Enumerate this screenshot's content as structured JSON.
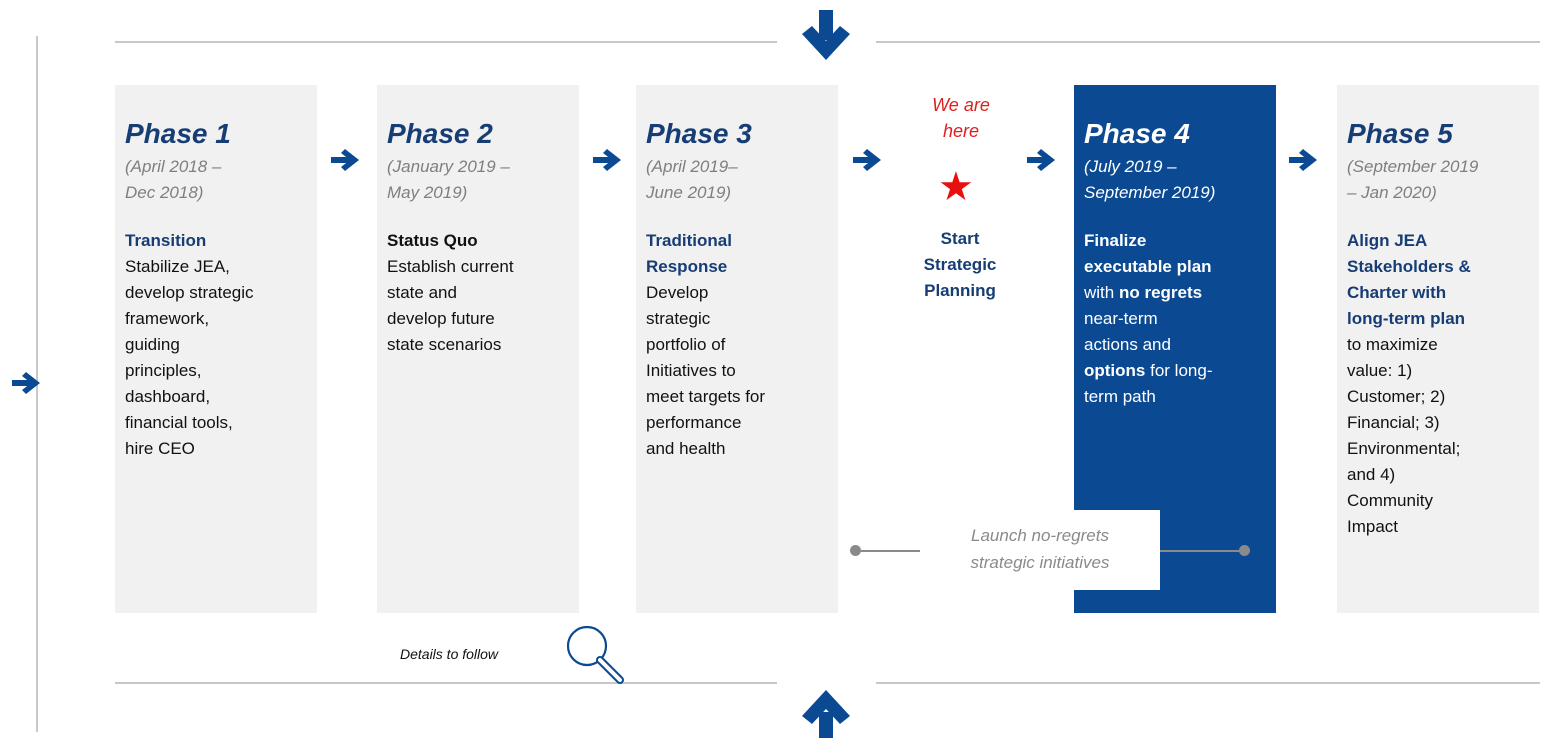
{
  "phases": [
    {
      "title": "Phase 1",
      "date_lines": [
        "(April 2018 –",
        "Dec 2018)"
      ],
      "heading": "Transition",
      "text_lines": [
        "Stabilize JEA,",
        "develop strategic",
        "framework,",
        "guiding",
        "principles,",
        "dashboard,",
        "financial tools,",
        "hire CEO"
      ]
    },
    {
      "title": "Phase 2",
      "date_lines": [
        "(January 2019 –",
        "May 2019)"
      ],
      "heading": "Status Quo",
      "text_lines": [
        "Establish current",
        "state and",
        "develop future",
        "state scenarios"
      ]
    },
    {
      "title": "Phase 3",
      "date_lines": [
        "(April 2019–",
        "June 2019)"
      ],
      "heading_lines": [
        "Traditional",
        "Response"
      ],
      "text_lines": [
        "Develop",
        "strategic",
        "portfolio of",
        "Initiatives to",
        "meet targets for",
        "performance",
        "and health"
      ]
    },
    {
      "title": "Phase 4",
      "date_lines": [
        "(July 2019 –",
        "September 2019)"
      ],
      "body_lines": [
        [
          {
            "t": "Finalize",
            "b": true
          }
        ],
        [
          {
            "t": "executable plan",
            "b": true
          }
        ],
        [
          {
            "t": "with ",
            "b": false
          },
          {
            "t": "no regrets",
            "b": true
          }
        ],
        [
          {
            "t": "near-term",
            "b": false
          }
        ],
        [
          {
            "t": "actions and",
            "b": false
          }
        ],
        [
          {
            "t": "options",
            "b": true
          },
          {
            "t": " for long-",
            "b": false
          }
        ],
        [
          {
            "t": "term path",
            "b": false
          }
        ]
      ]
    },
    {
      "title": "Phase 5",
      "date_lines": [
        "(September 2019",
        "– Jan 2020)"
      ],
      "heading_lines": [
        "Align JEA",
        "Stakeholders &",
        "Charter with",
        "long-term plan"
      ],
      "text_lines": [
        "to maximize",
        "value: 1)",
        "Customer; 2)",
        "Financial; 3)",
        "Environmental;",
        "and 4)",
        "Community",
        "Impact"
      ]
    }
  ],
  "here_lines": [
    "We are",
    "here"
  ],
  "start_lines": [
    "Start",
    "Strategic",
    "Planning"
  ],
  "launch_lines": [
    "Launch no-regrets",
    "strategic initiatives"
  ],
  "details_label": "Details to follow",
  "colors": {
    "navy": "#0b4a92",
    "title_blue": "#173d75",
    "red": "#e8100f",
    "panel_grey": "#f1f1f1",
    "line_grey": "#c8c8c8"
  },
  "icons": [
    "arrow-right-icon",
    "arrow-down-icon",
    "arrow-up-icon",
    "star-icon",
    "magnifier-icon"
  ]
}
